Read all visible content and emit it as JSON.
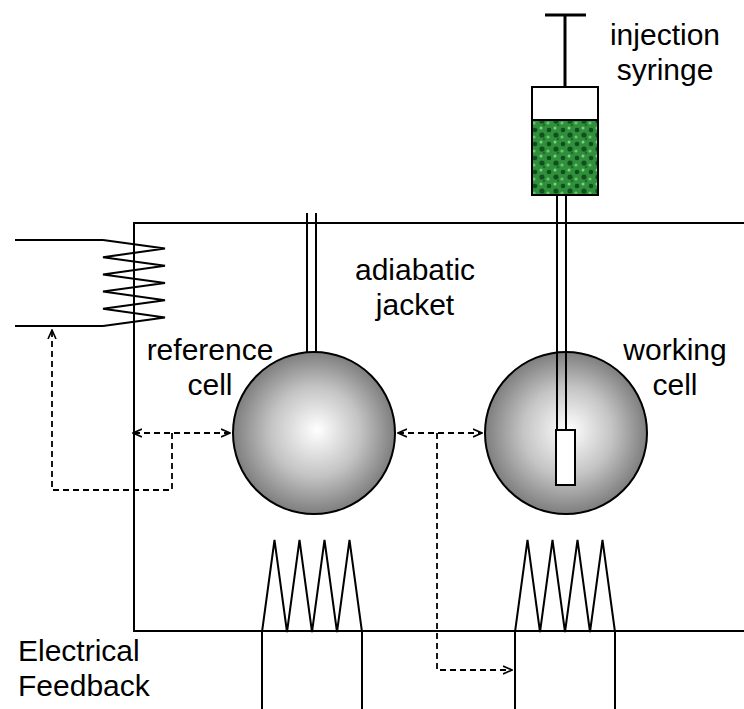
{
  "diagram": {
    "nodes": [
      {
        "text": [
          "adiabatic jacket"
        ]
      },
      {
        "text": [
          "reference cell"
        ],
        "in": 0
      },
      {
        "text": [
          "working cell"
        ],
        "in": 0
      }
    ],
    "edges": [
      {
        "from": 1,
        "to": 0,
        "arrow": "both"
      },
      {
        "from": 1,
        "to": 2,
        "arrow": "both"
      }
    ],
    "labels": [
      "injection syringe",
      "Electrical Feedback"
    ]
  }
}
